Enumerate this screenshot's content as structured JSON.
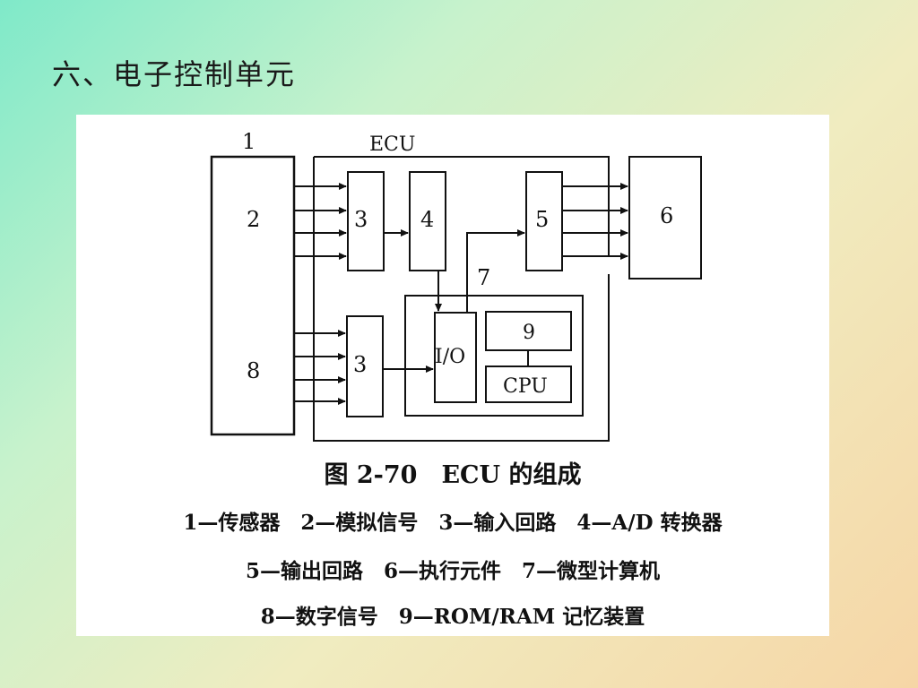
{
  "slide": {
    "title": "六、电子控制单元"
  },
  "diagram": {
    "labels": {
      "sensor_num": "1",
      "ecu": "ECU",
      "analog_block": "2",
      "input_a": "3",
      "ad": "4",
      "output": "5",
      "actuator": "6",
      "micro": "7",
      "digital_block": "8",
      "input_b": "3",
      "io": "I/O",
      "rom": "9",
      "cpu": "CPU"
    },
    "caption": "图 2-70　ECU 的组成",
    "legend": [
      "1—传感器　2—模拟信号　3—输入回路　4—A/D 转换器",
      "5—输出回路　6—执行元件　7—微型计算机",
      "8—数字信号　9—ROM/RAM 记忆装置"
    ]
  }
}
